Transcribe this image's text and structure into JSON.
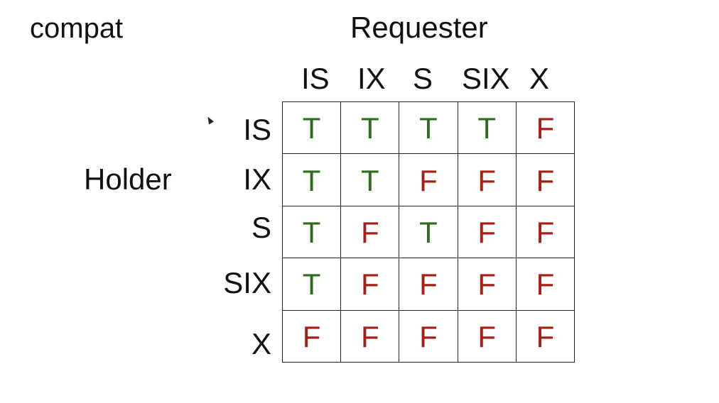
{
  "title": "compat",
  "requester_label": "Requester",
  "holder_label": "Holder",
  "modes": [
    "IS",
    "IX",
    "S",
    "SIX",
    "X"
  ],
  "matrix": [
    [
      "T",
      "T",
      "T",
      "T",
      "F"
    ],
    [
      "T",
      "T",
      "F",
      "F",
      "F"
    ],
    [
      "T",
      "F",
      "T",
      "F",
      "F"
    ],
    [
      "T",
      "F",
      "F",
      "F",
      "F"
    ],
    [
      "F",
      "F",
      "F",
      "F",
      "F"
    ]
  ],
  "colors": {
    "T": "#2e6b1f",
    "F": "#a61e14"
  }
}
